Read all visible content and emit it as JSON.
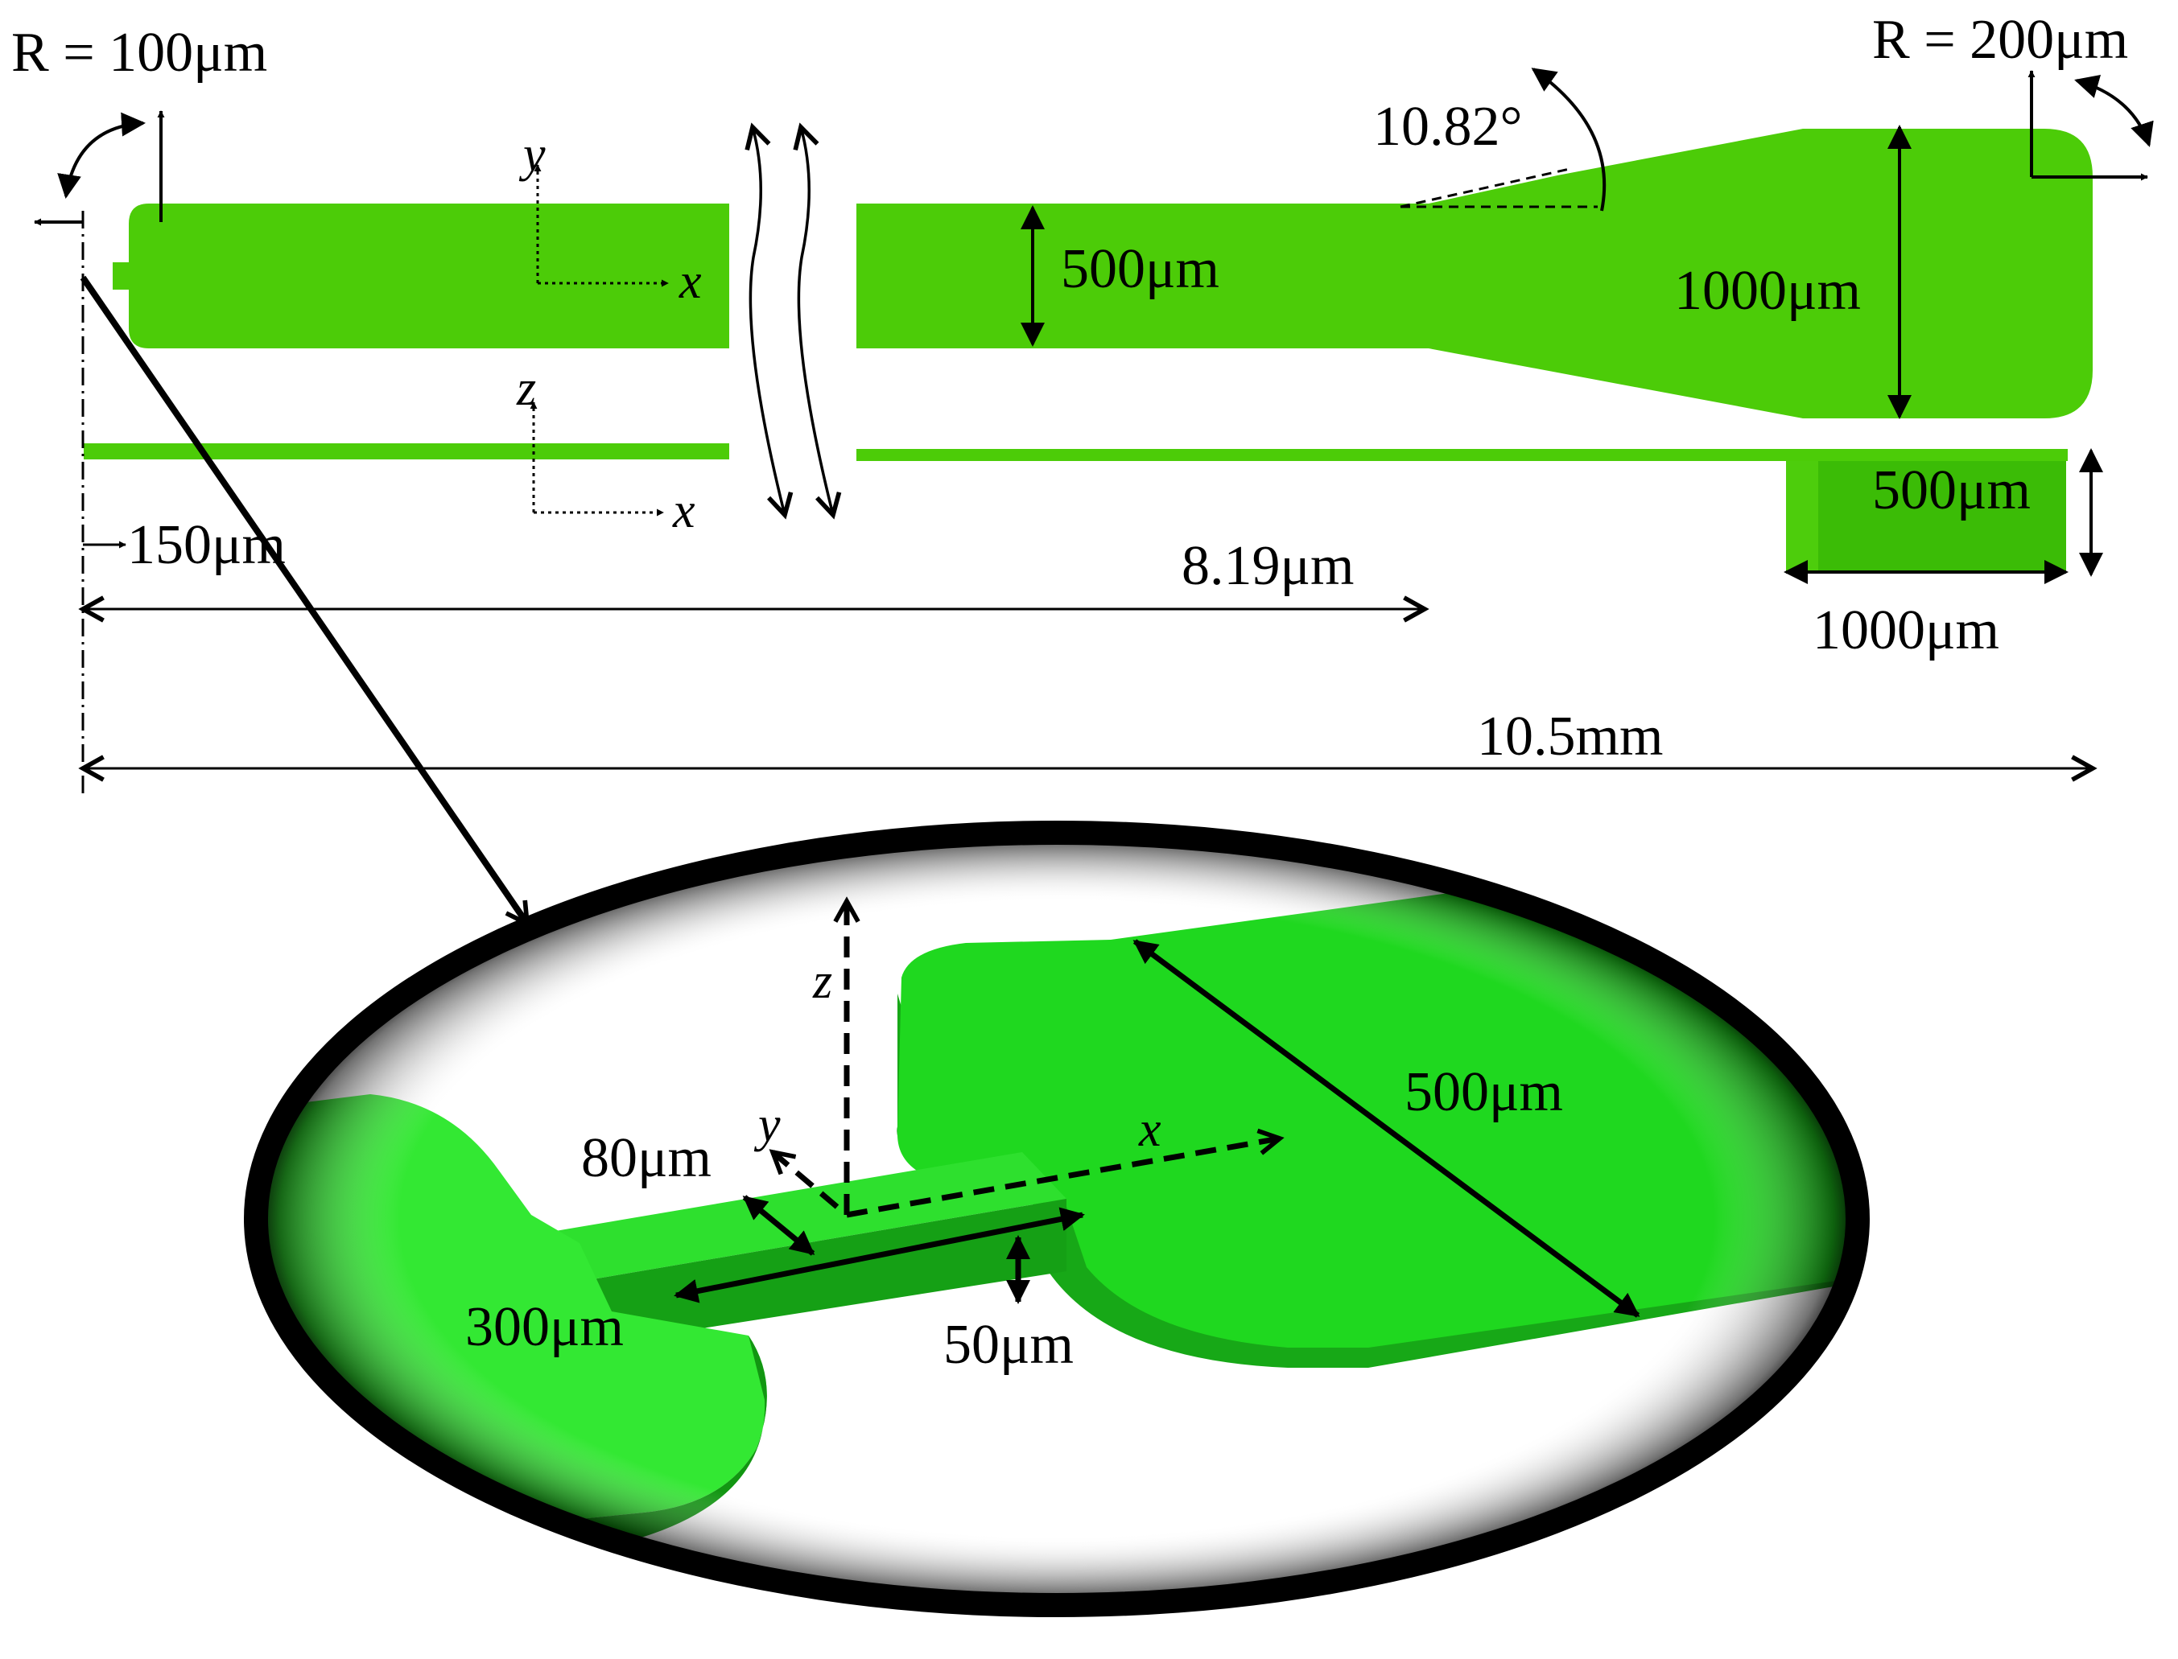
{
  "colors": {
    "beam": "#4ccc08",
    "beam_3d_top": "#1fd81f",
    "beam_3d_side": "#17a817",
    "lens_ring": "#000000",
    "ink": "#000000"
  },
  "top_view": {
    "radius_left": "R = 100μm",
    "radius_right": "R = 200μm",
    "angle": "10.82°",
    "beam_width": "500μm",
    "end_width": "1000μm",
    "axis_x": "x",
    "axis_y": "y"
  },
  "side_view": {
    "axis_x": "x",
    "axis_z": "z",
    "offset": "150μm",
    "length_taper": "8.19μm",
    "block_height": "500μm",
    "block_length": "1000μm",
    "total_length": "10.5mm"
  },
  "detail_view": {
    "axis_x": "x",
    "axis_y": "y",
    "axis_z": "z",
    "pad_width": "500μm",
    "neck_width": "80μm",
    "neck_length": "300μm",
    "thickness": "50μm"
  },
  "icons": {
    "break": "break-lines-icon",
    "rotation": "curved-arrow-icon"
  }
}
